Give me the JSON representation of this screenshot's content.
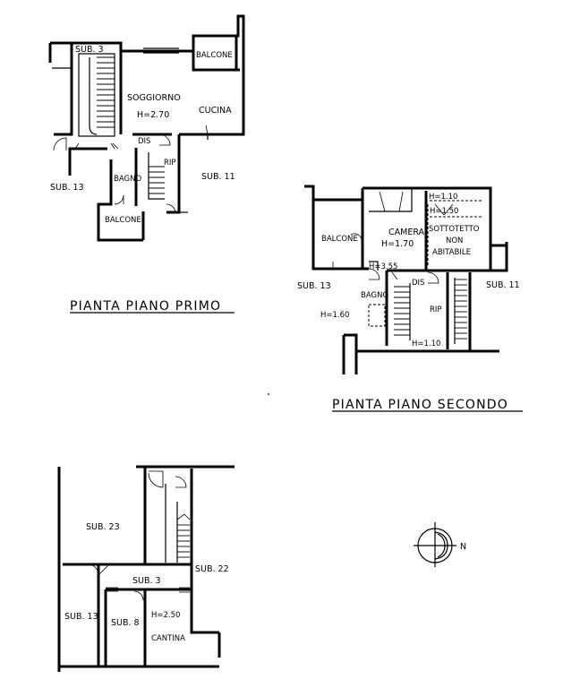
{
  "floors": {
    "first": {
      "title": "PIANTA PIANO PRIMO",
      "labels": {
        "sub3": "SUB. 3",
        "balcone_top": "BALCONE",
        "soggiorno": "SOGGIORNO",
        "soggiorno_h": "H=2.70",
        "cucina": "CUCINA",
        "dis": "DIS",
        "rip": "RIP",
        "sub13": "SUB. 13",
        "sub11": "SUB. 11",
        "bagno": "BAGNO",
        "balcone_bottom": "BALCONE"
      }
    },
    "second": {
      "title": "PIANTA PIANO SECONDO",
      "labels": {
        "h_110_top": "H=1.10",
        "h_150": "H=1.50",
        "camera": "CAMERA",
        "camera_h": "H=1.70",
        "sottotetto": "SOTTOTETTO",
        "non": "NON",
        "abitabile": "ABITABILE",
        "balcone": "BALCONE",
        "h_355": "H=3.55",
        "sub13": "SUB. 13",
        "dis": "DIS",
        "sub11": "SUB. 11",
        "bagno": "BAGNO",
        "h_160": "H=1.60",
        "rip": "RIP",
        "h_110_bottom": "H=1.10"
      }
    },
    "basement": {
      "labels": {
        "sub23": "SUB. 23",
        "sub3": "SUB. 3",
        "sub22": "SUB. 22",
        "sub13": "SUB. 13",
        "sub8": "SUB. 8",
        "cantina_h": "H=2.50",
        "cantina": "CANTINA"
      }
    }
  },
  "compass": {
    "label": "N",
    "icon": "north-arrow-icon"
  }
}
